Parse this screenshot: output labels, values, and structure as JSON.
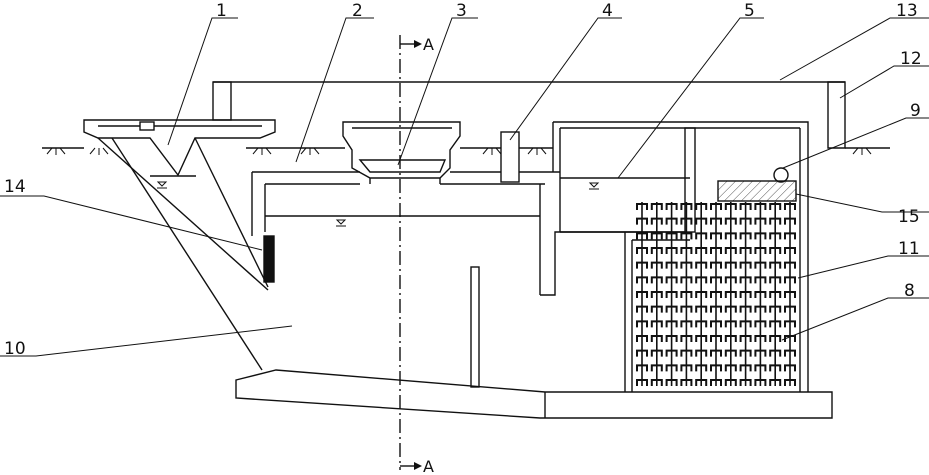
{
  "labels": {
    "n1": "1",
    "n2": "2",
    "n3": "3",
    "n4": "4",
    "n5": "5",
    "n8": "8",
    "n9": "9",
    "n10": "10",
    "n11": "11",
    "n12": "12",
    "n13": "13",
    "n14": "14",
    "n15": "15"
  },
  "section": {
    "top": "A",
    "bottom": "A"
  },
  "colors": {
    "line": "#111111",
    "hatch": "#555555",
    "background": "#ffffff"
  },
  "media_grid": {
    "columns": 11,
    "rows": 13
  }
}
